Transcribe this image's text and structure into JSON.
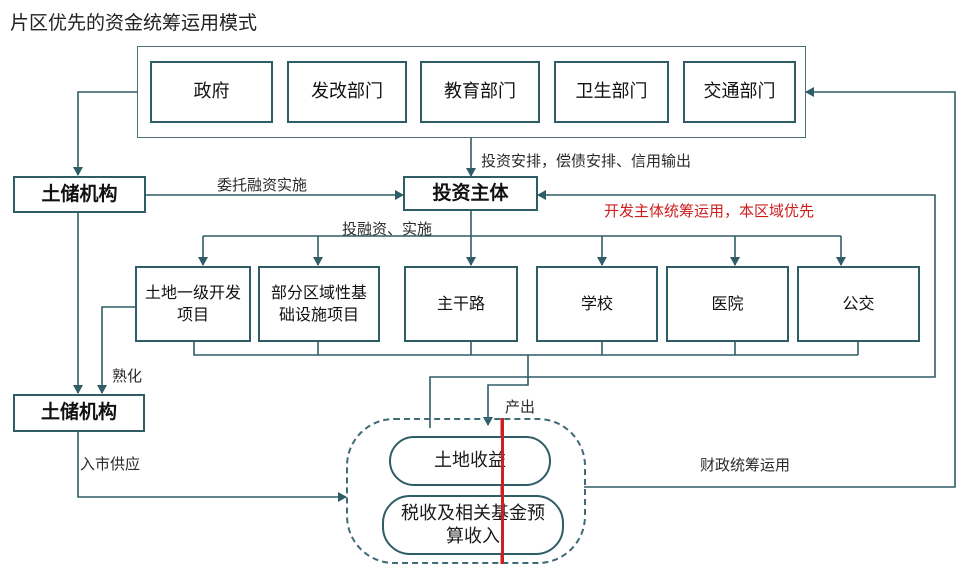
{
  "title": "片区优先的资金统筹运用模式",
  "colors": {
    "line": "#2f5d66",
    "accent_red": "#cc1f1f"
  },
  "departments": [
    "政府",
    "发改部门",
    "教育部门",
    "卫生部门",
    "交通部门"
  ],
  "nodes": {
    "land_reserve_top": "土储机构",
    "investment_subject": "投资主体",
    "land_reserve_bottom": "土储机构"
  },
  "projects": [
    "土地一级开发项目",
    "部分区域性基础设施项目",
    "主干路",
    "学校",
    "医院",
    "公交"
  ],
  "revenue": {
    "land_income": "土地收益",
    "tax_income": "税收及相关基金预算收入"
  },
  "labels": {
    "investment_arrangement": "投资安排，偿债安排、信用输出",
    "entrusted_financing": "委托融资实施",
    "invest_financing": "投融资、实施",
    "developer_priority": "开发主体统筹运用，本区域优先",
    "maturation": "熟化",
    "output": "产出",
    "market_supply": "入市供应",
    "fiscal_coordination": "财政统筹运用"
  }
}
